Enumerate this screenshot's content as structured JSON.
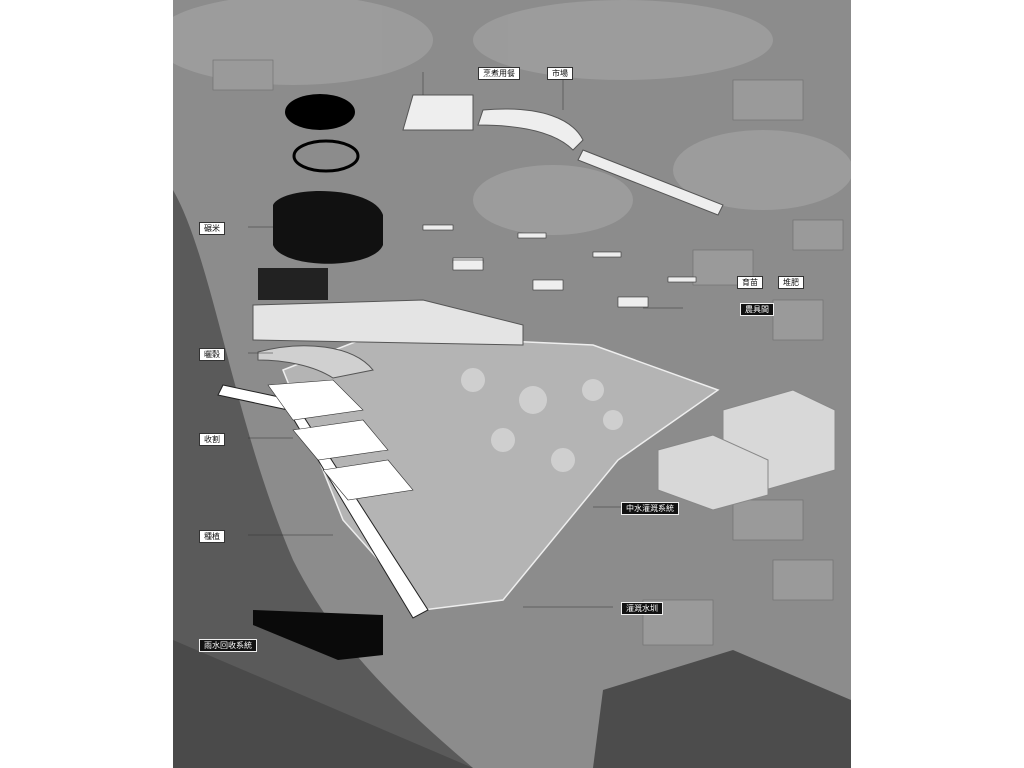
{
  "labels": {
    "cooking": "烹煮用餐",
    "market": "市場",
    "milling": "碾米",
    "seedling": "育苗",
    "compost": "堆肥",
    "tool_shed": "農具間",
    "sun_drying": "曬穀",
    "harvest": "收割",
    "planting": "種植",
    "greywater_irrigation": "中水灌溉系統",
    "irrigation_channel": "灌溉水圳",
    "rainwater_recovery": "雨水回收系統"
  }
}
